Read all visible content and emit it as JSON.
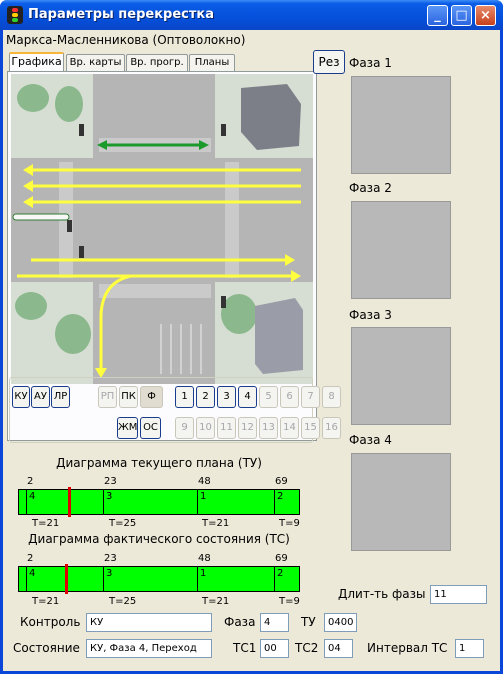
{
  "window": {
    "title": "Параметры перекрестка",
    "minimize_glyph": "_",
    "maximize_glyph": "□",
    "close_glyph": "×"
  },
  "intersection_name": "Маркса-Масленникова (Оптоволокно)",
  "tabs": [
    "Графика",
    "Вр. карты",
    "Вр. прогр.",
    "Планы"
  ],
  "res_button": "Рез",
  "phases": [
    "Фаза 1",
    "Фаза 2",
    "Фаза 3",
    "Фаза 4"
  ],
  "mode_buttons": {
    "ku": "КУ",
    "au": "АУ",
    "lr": "ЛР",
    "rp": "РП",
    "pk": "ПК",
    "f": "Ф",
    "zhm": "ЖМ",
    "os": "ОС"
  },
  "phase_buttons": [
    "1",
    "2",
    "3",
    "4",
    "5",
    "6",
    "7",
    "8",
    "9",
    "10",
    "11",
    "12",
    "13",
    "14",
    "15",
    "16"
  ],
  "diagram_plan": {
    "title": "Диаграмма текущего плана (ТУ)",
    "top_ticks": [
      "2",
      "23",
      "48",
      "69"
    ],
    "segments": [
      "4",
      "3",
      "1",
      "2"
    ],
    "bottom_ticks": [
      "T=21",
      "T=25",
      "T=21",
      "T=9"
    ]
  },
  "diagram_fact": {
    "title": "Диаграмма фактического состояния (ТС)",
    "top_ticks": [
      "2",
      "23",
      "48",
      "69"
    ],
    "segments": [
      "4",
      "3",
      "1",
      "2"
    ],
    "bottom_ticks": [
      "T=21",
      "T=25",
      "T=21",
      "T=9"
    ]
  },
  "phase_duration": {
    "label": "Длит-ть фазы",
    "value": "11"
  },
  "control": {
    "label": "Контроль",
    "value": "КУ"
  },
  "phase": {
    "label": "Фаза",
    "value": "4"
  },
  "tu": {
    "label": "ТУ",
    "value": "0400"
  },
  "state": {
    "label": "Состояние",
    "value": "КУ, Фаза 4, Переход"
  },
  "ts1": {
    "label": "ТС1",
    "value": "00"
  },
  "ts2": {
    "label": "ТС2",
    "value": "04"
  },
  "interval_ts": {
    "label": "Интервал ТС",
    "value": "1"
  },
  "colors": {
    "green_bar": "#00ff00",
    "marker_red": "#e00000",
    "road_gray": "#a8a8a8",
    "lane_yellow": "#ffff40"
  }
}
